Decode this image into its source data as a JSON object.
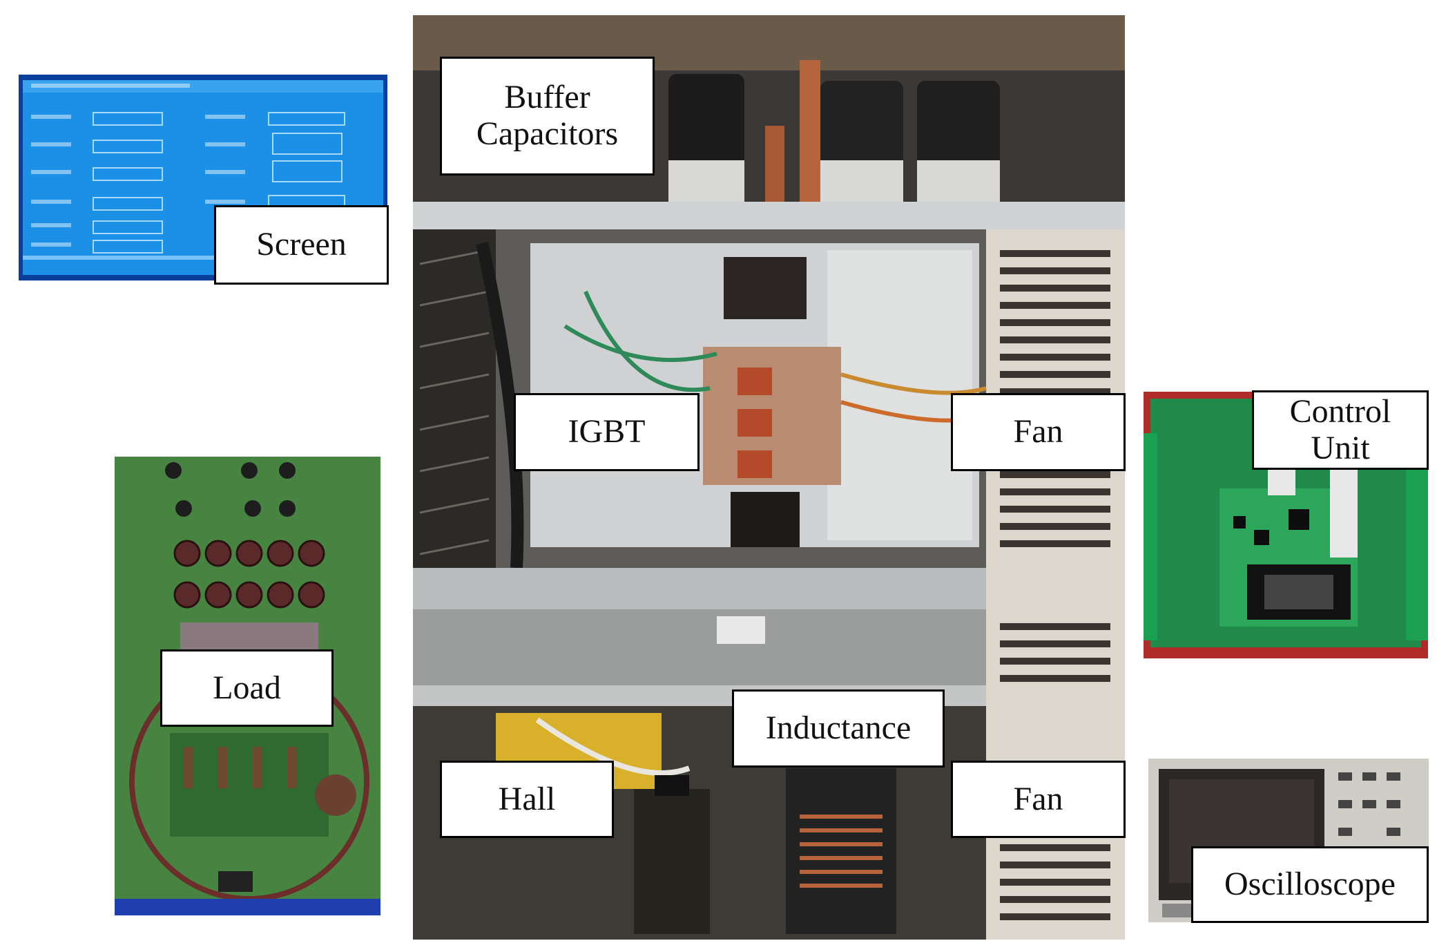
{
  "labels": {
    "screen": "Screen",
    "buffer_capacitors_line1": "Buffer",
    "buffer_capacitors_line2": "Capacitors",
    "igbt": "IGBT",
    "fan_upper": "Fan",
    "fan_lower": "Fan",
    "load": "Load",
    "hall": "Hall",
    "inductance": "Inductance",
    "control_unit_line1": "Control",
    "control_unit_line2": "Unit",
    "oscilloscope": "Oscilloscope"
  },
  "colors": {
    "screen_blue": "#1c8fe6",
    "cabinet_grey": "#d3d3d0",
    "pcb_green": "#2f8a3c",
    "copper": "#b5643c"
  }
}
